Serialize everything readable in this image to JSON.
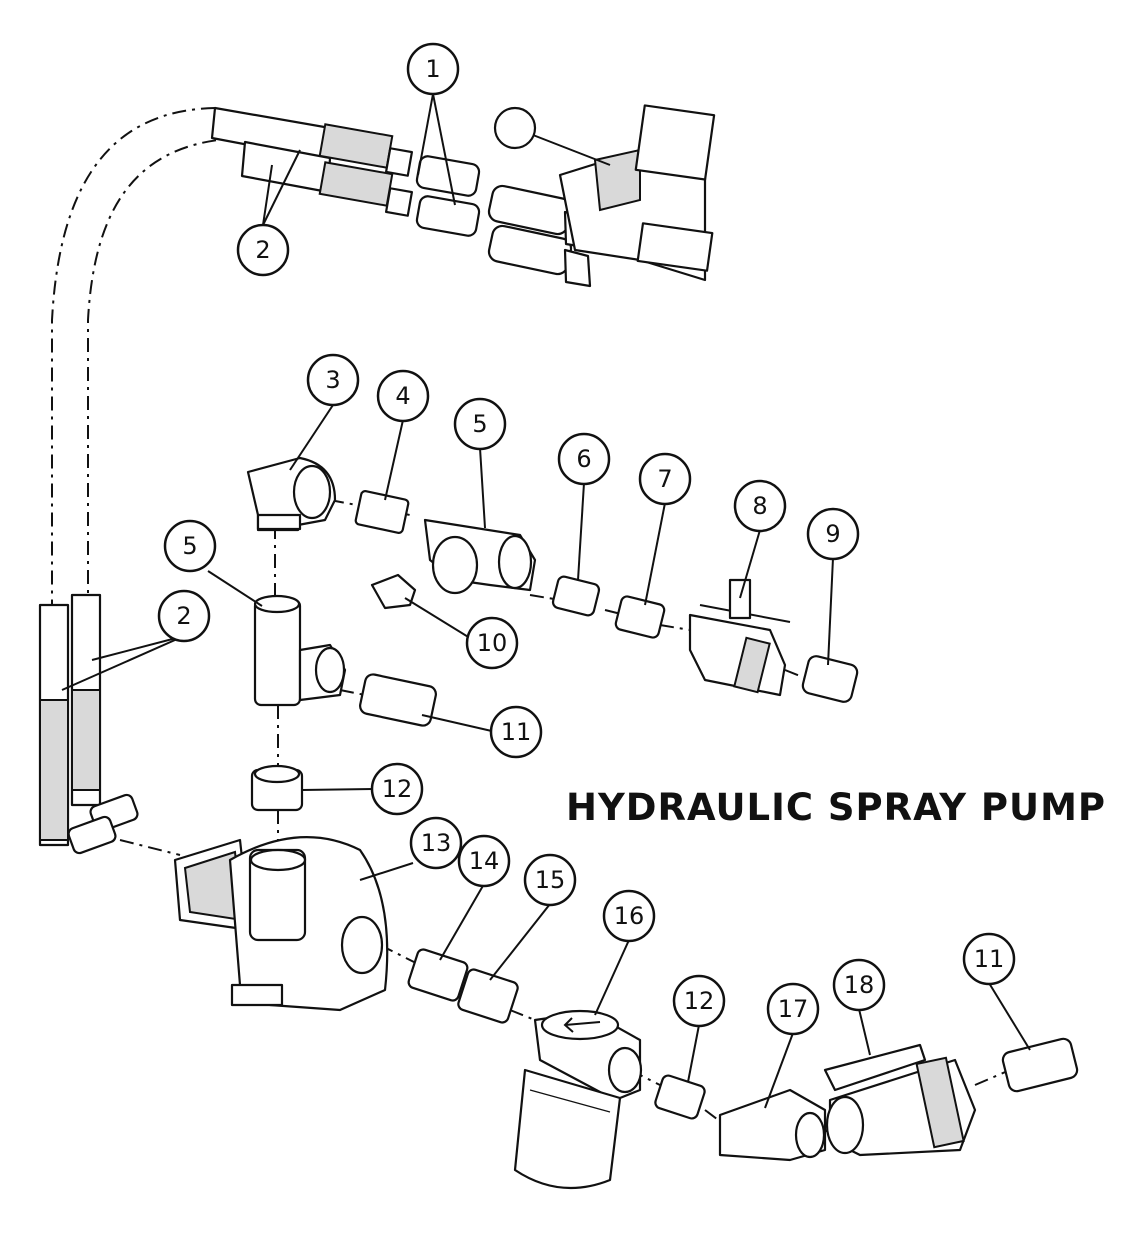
{
  "title": "HYDRAULIC SPRAY PUMP",
  "colors": {
    "line": "#111111",
    "background": "#ffffff",
    "shade": "#d9d9d9"
  },
  "callouts": [
    {
      "id": "c1",
      "label": "1"
    },
    {
      "id": "c2a",
      "label": "2"
    },
    {
      "id": "c2b",
      "label": "2"
    },
    {
      "id": "c3",
      "label": "3"
    },
    {
      "id": "c4",
      "label": "4"
    },
    {
      "id": "c5a",
      "label": "5"
    },
    {
      "id": "c5b",
      "label": "5"
    },
    {
      "id": "c6",
      "label": "6"
    },
    {
      "id": "c7",
      "label": "7"
    },
    {
      "id": "c8",
      "label": "8"
    },
    {
      "id": "c9",
      "label": "9"
    },
    {
      "id": "c10",
      "label": "10"
    },
    {
      "id": "c11a",
      "label": "11"
    },
    {
      "id": "c11b",
      "label": "11"
    },
    {
      "id": "c12a",
      "label": "12"
    },
    {
      "id": "c12b",
      "label": "12"
    },
    {
      "id": "c13",
      "label": "13"
    },
    {
      "id": "c14",
      "label": "14"
    },
    {
      "id": "c15",
      "label": "15"
    },
    {
      "id": "c16",
      "label": "16"
    },
    {
      "id": "c17",
      "label": "17"
    },
    {
      "id": "c18",
      "label": "18"
    }
  ]
}
